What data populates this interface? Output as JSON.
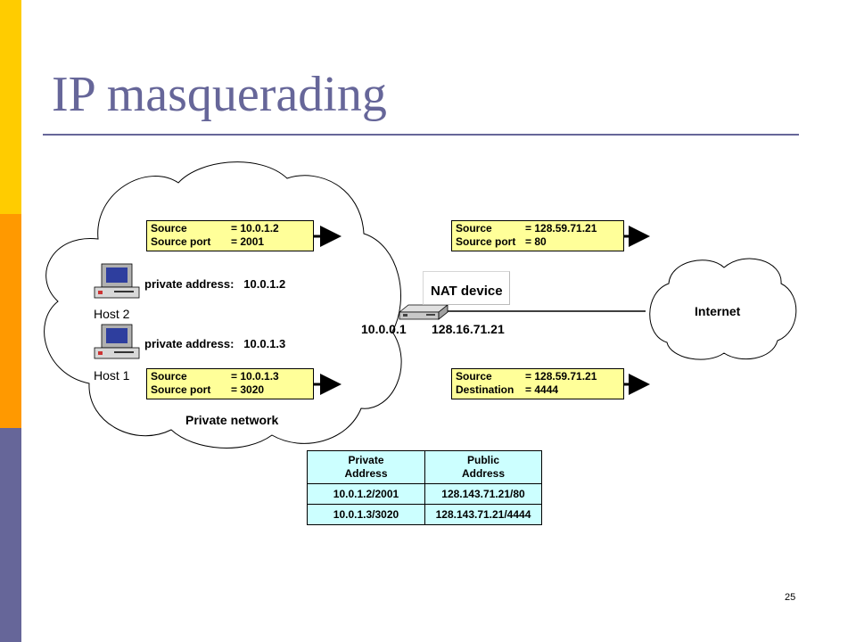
{
  "slide": {
    "title": "IP masquerading",
    "page_number": "25"
  },
  "colors": {
    "bar_top": "#FFCC00",
    "bar_middle": "#FF9900",
    "bar_bottom": "#666699",
    "title": "#666699",
    "rule": "#666699",
    "packet_fill": "#FFFF99",
    "table_fill": "#CCFFFF"
  },
  "private_network": {
    "label": "Private network",
    "hosts": [
      {
        "name": "Host 2",
        "address_label": "private address:",
        "address": "10.0.1.2"
      },
      {
        "name": "Host 1",
        "address_label": "private address:",
        "address": "10.0.1.3"
      }
    ]
  },
  "nat_device": {
    "label": "NAT device",
    "inside_ip": "10.0.0.1",
    "outside_ip": "128.16.71.21"
  },
  "internet": {
    "label": "Internet"
  },
  "packets": {
    "host2_out": [
      {
        "key": "Source",
        "value": "= 10.0.1.2"
      },
      {
        "key": "Source port",
        "value": "= 2001"
      }
    ],
    "host1_out": [
      {
        "key": "Source",
        "value": "= 10.0.1.3"
      },
      {
        "key": "Source port",
        "value": "= 3020"
      }
    ],
    "public_top": [
      {
        "key": "Source",
        "value": "= 128.59.71.21"
      },
      {
        "key": "Source port",
        "value": "= 80"
      }
    ],
    "public_bottom": [
      {
        "key": "Source",
        "value": "= 128.59.71.21"
      },
      {
        "key": "Destination",
        "value": "= 4444"
      }
    ]
  },
  "translation_table": {
    "headers": [
      "Private\nAddress",
      "Public\nAddress"
    ],
    "rows": [
      [
        "10.0.1.2/2001",
        "128.143.71.21/80"
      ],
      [
        "10.0.1.3/3020",
        "128.143.71.21/4444"
      ]
    ]
  }
}
